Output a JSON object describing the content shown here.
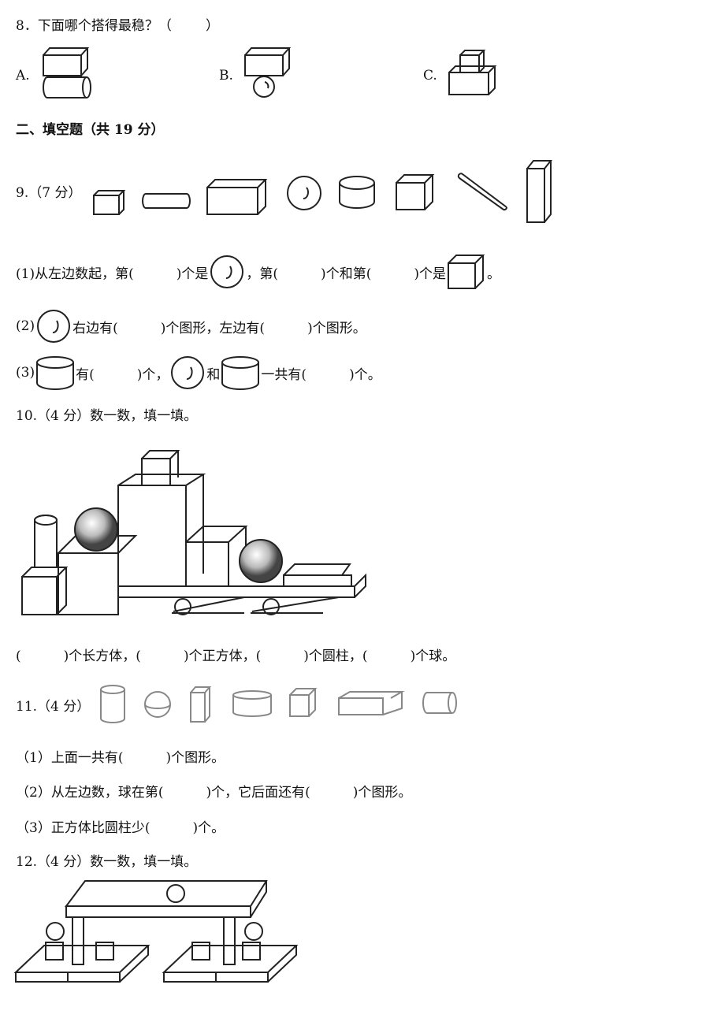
{
  "q8": {
    "text": "8．下面哪个搭得最稳？（        ）",
    "options": [
      "A.",
      "B.",
      "C."
    ]
  },
  "section2": {
    "title": "二、填空题（共 19 分）"
  },
  "q9": {
    "label": "9.（7 分）",
    "p1": [
      "(1)从左边数起，第(          )个是",
      "，第(          )个和第(          )个是",
      "。"
    ],
    "p2": [
      "(2)",
      "右边有(          )个图形，左边有(          )个图形。"
    ],
    "p3": [
      "(3)",
      "有(          )个，",
      "和",
      "一共有(          )个。"
    ]
  },
  "q10": {
    "label": "10.（4 分）数一数，填一填。",
    "answer": "(          )个长方体，(          )个正方体，(          )个圆柱，(          )个球。"
  },
  "q11": {
    "label": "11.（4 分）",
    "p1": "（1）上面一共有(          )个图形。",
    "p2": "（2）从左边数，球在第(          )个，它后面还有(          )个图形。",
    "p3": "（3）正方体比圆柱少(          )个。"
  },
  "q12": {
    "label": "12.（4 分）数一数，填一填。"
  }
}
